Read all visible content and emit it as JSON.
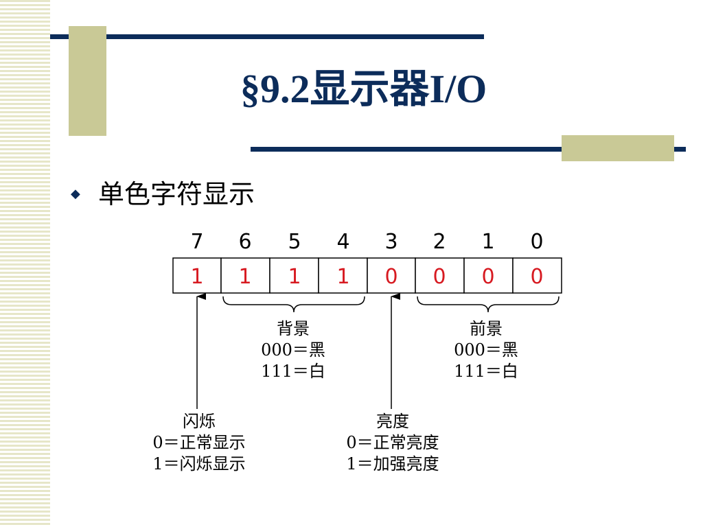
{
  "title": "§9.2显示器I/O",
  "bullet": {
    "symbol": "◆",
    "text": "单色字符显示"
  },
  "diagram": {
    "bit_numbers": [
      "7",
      "6",
      "5",
      "4",
      "3",
      "2",
      "1",
      "0"
    ],
    "bit_values": [
      "1",
      "1",
      "1",
      "1",
      "0",
      "0",
      "0",
      "0"
    ],
    "background_group": {
      "title": "背景",
      "line1": "000＝黑",
      "line2": "111＝白"
    },
    "foreground_group": {
      "title": "前景",
      "line1": "000＝黑",
      "line2": "111＝白"
    },
    "blink": {
      "title": "闪烁",
      "line1": "0＝正常显示",
      "line2": "1＝闪烁显示"
    },
    "intensity": {
      "title": "亮度",
      "line1": "0＝正常亮度",
      "line2": "1＝加强亮度"
    }
  },
  "colors": {
    "navy": "#0c2c5a",
    "olive": "#c9c996",
    "stripe": "#e6e6c8",
    "bit_value_red": "#d71a21"
  },
  "icons": {
    "bullet": "diamond-bullet-icon",
    "arrow": "up-arrow-icon"
  }
}
